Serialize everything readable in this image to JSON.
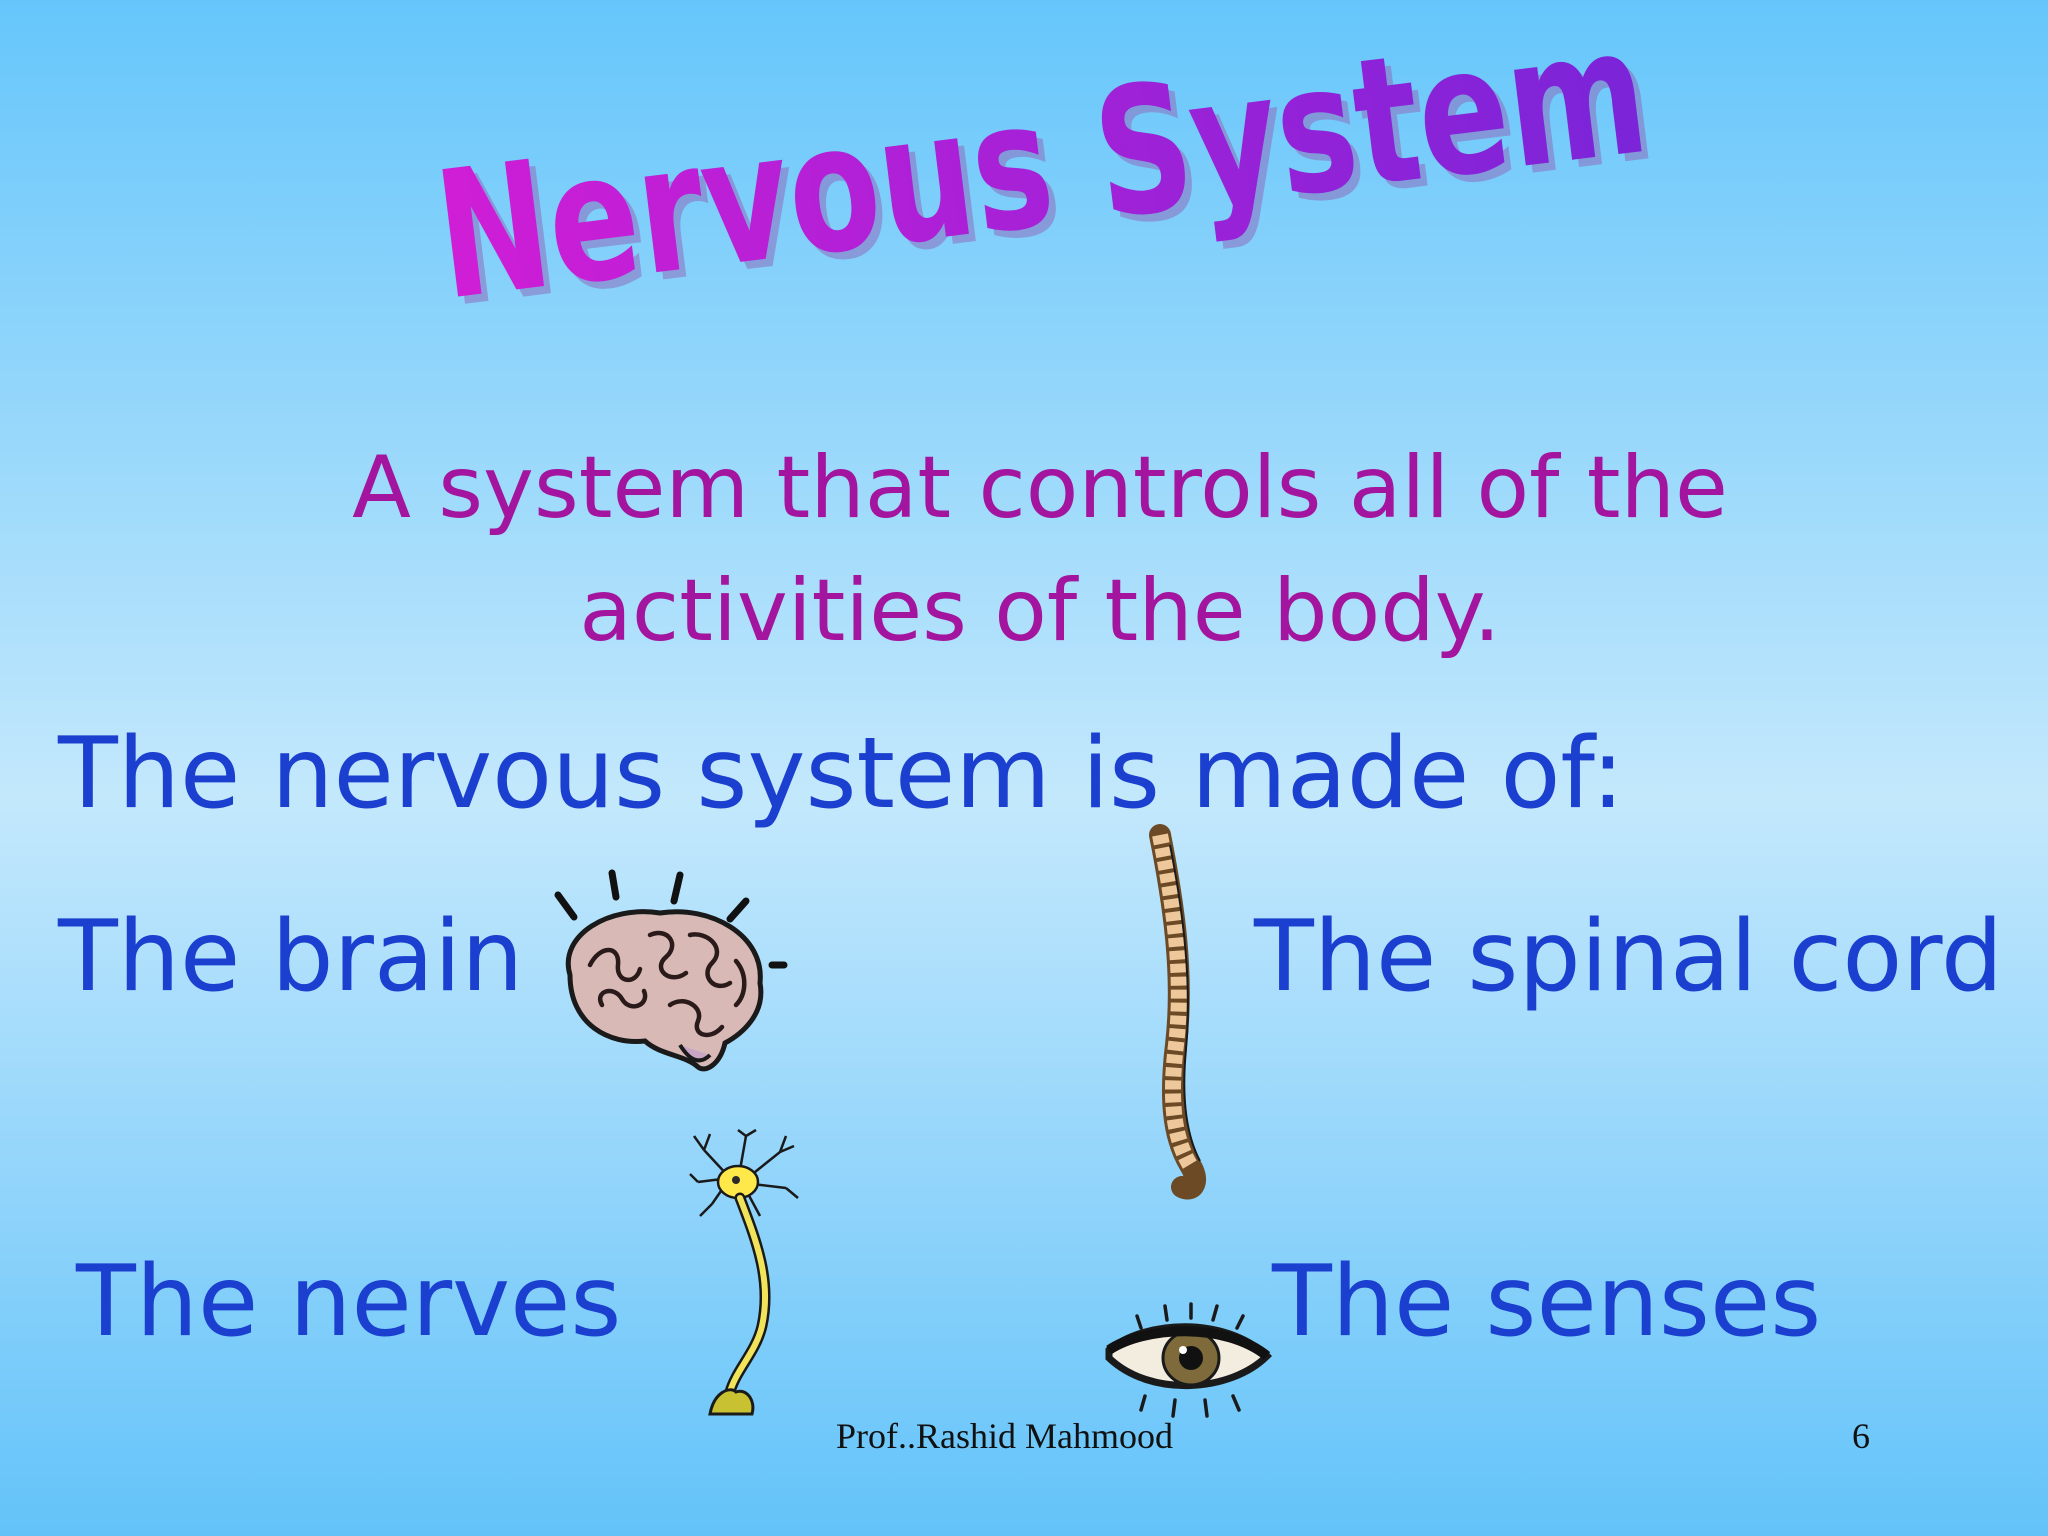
{
  "slide": {
    "title": "Nervous System",
    "definition_line1": "A system that controls all of the",
    "definition_line2": "activities of the body.",
    "intro": "The nervous system is made of:",
    "parts": {
      "brain": "The brain",
      "spinal_cord": "The spinal cord",
      "nerves": "The nerves",
      "senses": "The senses"
    },
    "footer_author": "Prof..Rashid Mahmood",
    "page_number": "6"
  },
  "colors": {
    "title_gradient_start": "#d01ed6",
    "title_gradient_end": "#7a24d8",
    "definition": "#a3159f",
    "body_text": "#1b3fcf"
  },
  "icons": [
    "brain-icon",
    "spine-icon",
    "neuron-icon",
    "eye-icon"
  ]
}
